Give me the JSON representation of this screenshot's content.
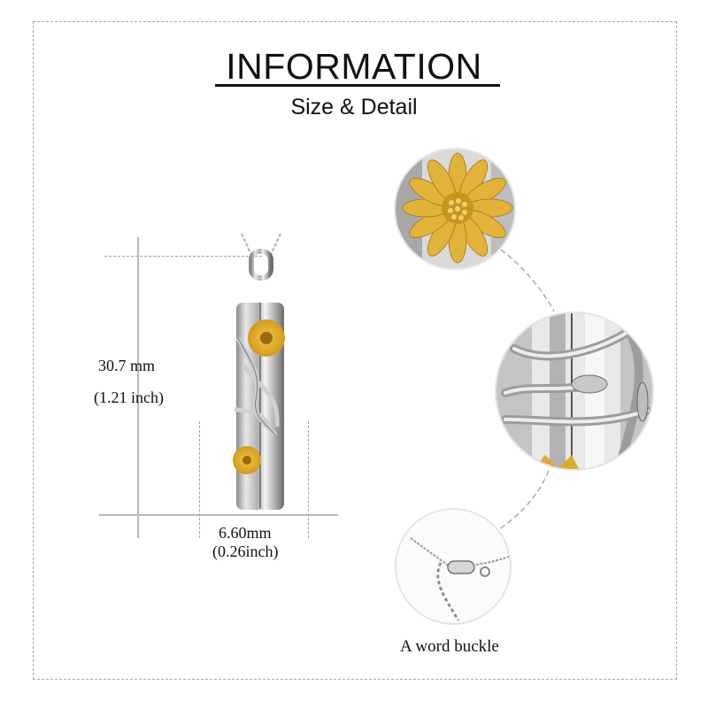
{
  "header": {
    "title": "INFORMATION",
    "subtitle": "Size & Detail"
  },
  "dimensions": {
    "height_mm": "30.7 mm",
    "height_in": "(1.21 inch)",
    "width_mm": "6.60mm",
    "width_in": "(0.26inch)"
  },
  "details": [
    {
      "name": "sunflower-closeup",
      "caption": ""
    },
    {
      "name": "vine-closeup",
      "caption": ""
    },
    {
      "name": "clasp-closeup",
      "caption": "A word buckle"
    }
  ],
  "colors": {
    "gold": "#d8a828",
    "silver": "#c9c9c9",
    "guide_line": "#b9b9b9",
    "frame_dash": "#a8a8a8"
  }
}
